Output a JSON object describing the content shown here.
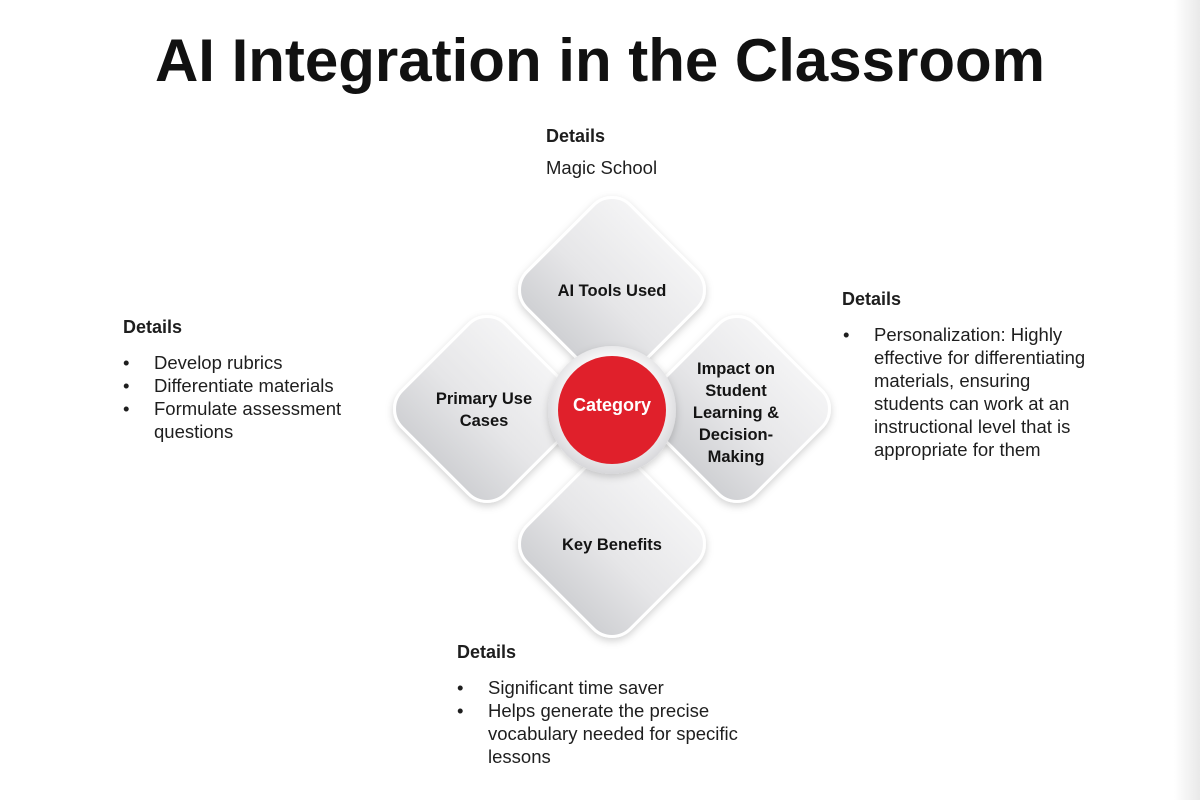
{
  "title": "AI Integration in the Classroom",
  "colors": {
    "accent": "#e0202b",
    "petal_fill": "#e6e6e8",
    "text": "#1a1a1a"
  },
  "diagram": {
    "center": "Category",
    "petals": {
      "top": "AI Tools Used",
      "left_line1": "Primary Use",
      "left_line2": "Cases",
      "right_line1": "Impact on",
      "right_line2": "Student",
      "right_line3": "Learning &",
      "right_line4": "Decision-",
      "right_line5": "Making",
      "bottom": "Key Benefits"
    }
  },
  "details": {
    "top": {
      "heading": "Details",
      "text": "Magic School"
    },
    "left": {
      "heading": "Details",
      "items": [
        "Develop rubrics",
        "Differentiate materials",
        "Formulate assessment questions"
      ]
    },
    "right": {
      "heading": "Details",
      "items": [
        "Personalization: Highly effective for differentiating materials, ensuring students can work at an instructional level that is appropriate for them"
      ]
    },
    "bottom": {
      "heading": "Details",
      "items": [
        "Significant time saver",
        "Helps generate the precise vocabulary needed for specific lessons"
      ]
    }
  }
}
